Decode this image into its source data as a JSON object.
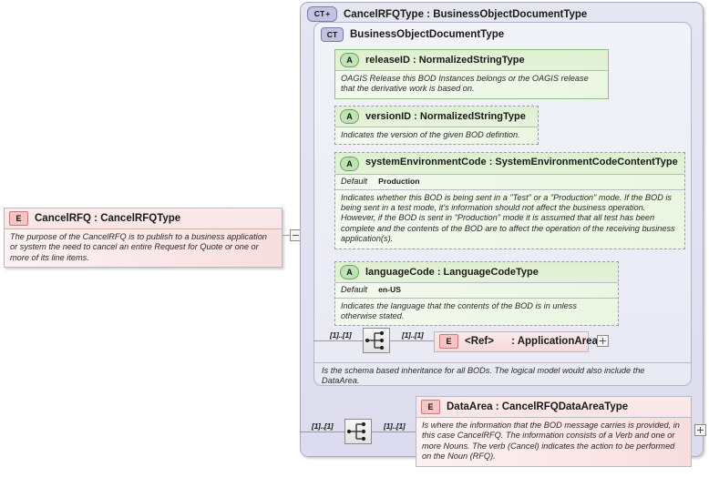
{
  "diagram": {
    "title": "CancelRFQ XSD element diagram",
    "colors": {
      "element_fill": "#f6dada",
      "attribute_fill": "#e3f2d8",
      "complextype_fill": "#dcdcee",
      "line": "#9a9a9a"
    }
  },
  "root_element": {
    "badge": "E",
    "badge_icon": "element-badge-icon",
    "title": "CancelRFQ : CancelRFQType",
    "name": "CancelRFQ",
    "type": "CancelRFQType",
    "annotation": "The purpose of the CancelRFQ is to publish to a business application or system the need to cancel an entire Request for Quote or one or more of its line items.",
    "collapse_toggle": "minus-toggle-icon"
  },
  "outer_type": {
    "badge": "CT",
    "badge_plus": "+",
    "badge_icon": "complextype-expanded-badge-icon",
    "title": "CancelRFQType : BusinessObjectDocumentType",
    "name": "CancelRFQType",
    "base": "BusinessObjectDocumentType"
  },
  "inner_type": {
    "badge": "CT",
    "badge_icon": "complextype-badge-icon",
    "title": "BusinessObjectDocumentType",
    "name": "BusinessObjectDocumentType",
    "footer_annotation": "Is the schema based inheritance for all BODs. The logical model would also include the DataArea."
  },
  "attributes": [
    {
      "badge": "A",
      "name": "releaseID",
      "type": "NormalizedStringType",
      "title": "releaseID : NormalizedStringType",
      "required": true,
      "default_label": null,
      "default_value": null,
      "annotation": "OAGIS Release this BOD Instances belongs or the OAGIS release that the derivative work is based on."
    },
    {
      "badge": "A",
      "name": "versionID",
      "type": "NormalizedStringType",
      "title": "versionID : NormalizedStringType",
      "required": false,
      "default_label": null,
      "default_value": null,
      "annotation": "Indicates the version of the given BOD defintion."
    },
    {
      "badge": "A",
      "name": "systemEnvironmentCode",
      "type": "SystemEnvironmentCodeContentType",
      "title": "systemEnvironmentCode : SystemEnvironmentCodeContentType",
      "required": false,
      "default_label": "Default",
      "default_value": "Production",
      "annotation": "Indicates whether this BOD is being sent in a \"Test\" or a \"Production\" mode. If the BOD is being sent in a test mode, it's information should not affect the business operation. However, if the BOD is sent in \"Production\" mode it is assumed that all test has been complete and the contents of the BOD are to affect the operation of the receiving business application(s)."
    },
    {
      "badge": "A",
      "name": "languageCode",
      "type": "LanguageCodeType",
      "title": "languageCode : LanguageCodeType",
      "required": false,
      "default_label": "Default",
      "default_value": "en-US",
      "annotation": "Indicates the language that the contents of the BOD is in unless otherwise stated."
    }
  ],
  "sequences": [
    {
      "icon": "sequence-compositor-icon",
      "left_cardinality": "[1]..[1]",
      "right_cardinality": "[1]..[1]"
    },
    {
      "icon": "sequence-compositor-icon",
      "left_cardinality": "[1]..[1]",
      "right_cardinality": "[1]..[1]"
    }
  ],
  "child_elements": [
    {
      "badge": "E",
      "ref_label": "<Ref>",
      "title": "<Ref>      : ApplicationArea",
      "name": "ApplicationArea",
      "type_separator": ":",
      "type": "ApplicationArea",
      "annotation": null,
      "expand_toggle": "plus-toggle-icon"
    },
    {
      "badge": "E",
      "title": "DataArea : CancelRFQDataAreaType",
      "name": "DataArea",
      "type": "CancelRFQDataAreaType",
      "annotation": "Is where the information that the BOD message carries is provided, in this case CancelRFQ. The information consists of a Verb and one or more Nouns. The verb (Cancel) indicates the action to be performed on the Noun (RFQ).",
      "expand_toggle": "plus-toggle-icon"
    }
  ]
}
